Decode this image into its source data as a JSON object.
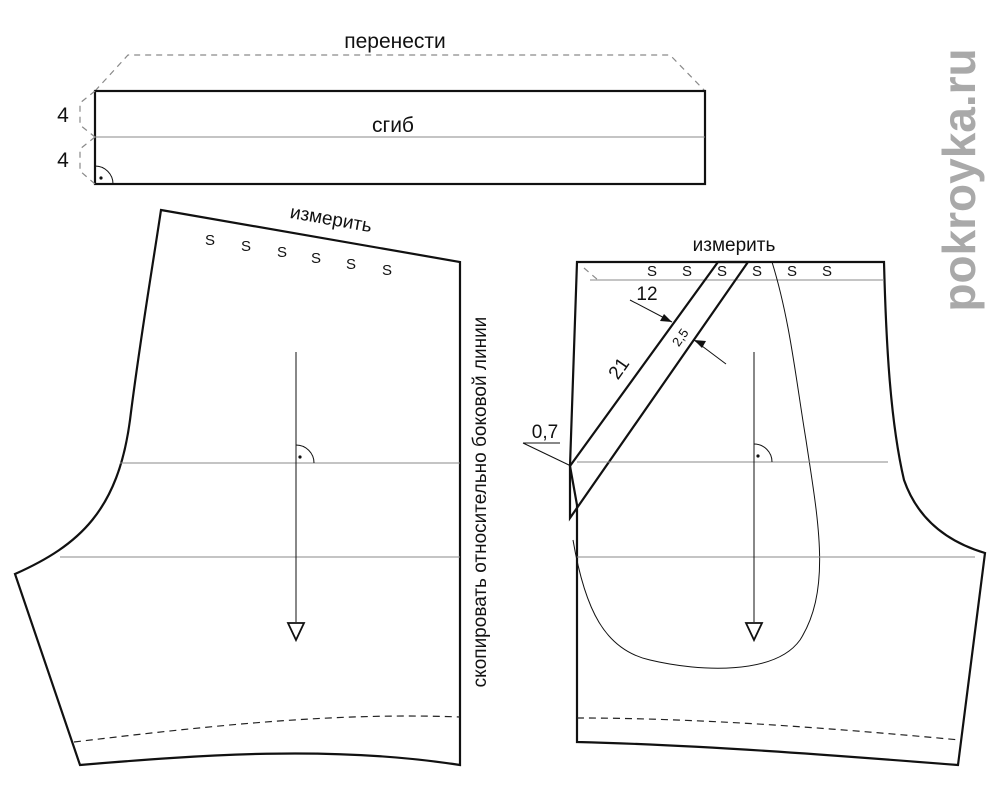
{
  "waistband": {
    "transfer_label": "перенести",
    "fold_label": "сгиб",
    "dim_top": "4",
    "dim_bottom": "4"
  },
  "front_piece": {
    "measure_label": "измерить",
    "s_marks": [
      "S",
      "S",
      "S",
      "S",
      "S",
      "S"
    ],
    "side_note": "скопировать относительно боковой линии"
  },
  "back_piece": {
    "measure_label": "измерить",
    "s_marks": [
      "S",
      "S",
      "S",
      "S",
      "S",
      "S"
    ],
    "dim_12": "12",
    "dim_21": "21",
    "dim_2_5": "2,5",
    "dim_0_7": "0,7"
  },
  "watermark": "pokroyka.ru"
}
